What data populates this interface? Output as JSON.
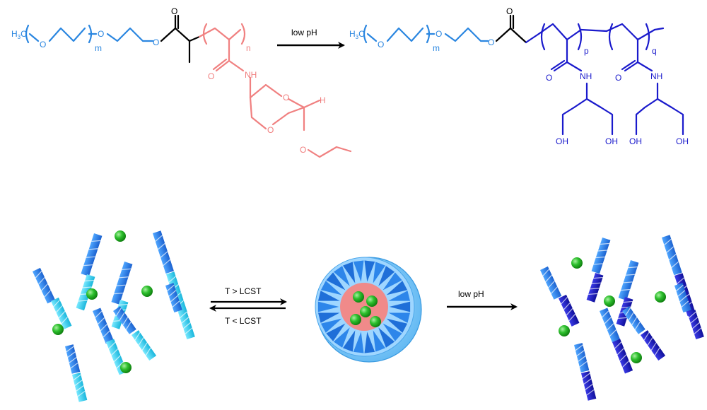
{
  "colors": {
    "peg": "#2a86e0",
    "backbone": "#000000",
    "acetal": "#f08080",
    "product": "#1a1acc",
    "cyan": "#3fd0f0",
    "green": "#22bb22",
    "core": "#f08a8a"
  },
  "reactant": {
    "h3c": "H",
    "h3c_sub": "3",
    "h3c_c": "C",
    "o1": "O",
    "m": "m",
    "o2": "O",
    "o3": "O",
    "o4": "O",
    "n": "n",
    "o_amide": "O",
    "nh": "NH",
    "o_ring1": "O",
    "o_ring2": "O",
    "h": "H",
    "o_eth": "O"
  },
  "arrow_top": {
    "label": "low pH"
  },
  "product": {
    "h3c": "H",
    "h3c_sub": "3",
    "h3c_c": "C",
    "o1": "O",
    "m": "m",
    "o2": "O",
    "o3": "O",
    "o4": "O",
    "p": "p",
    "q": "q",
    "o_am1": "O",
    "nh1": "NH",
    "o_am2": "O",
    "nh2": "NH",
    "oh1": "OH",
    "oh2": "OH",
    "oh3": "OH",
    "oh4": "OH"
  },
  "scheme": {
    "forward_label": "T > LCST",
    "reverse_label": "T < LCST",
    "acid_label": "low pH"
  }
}
